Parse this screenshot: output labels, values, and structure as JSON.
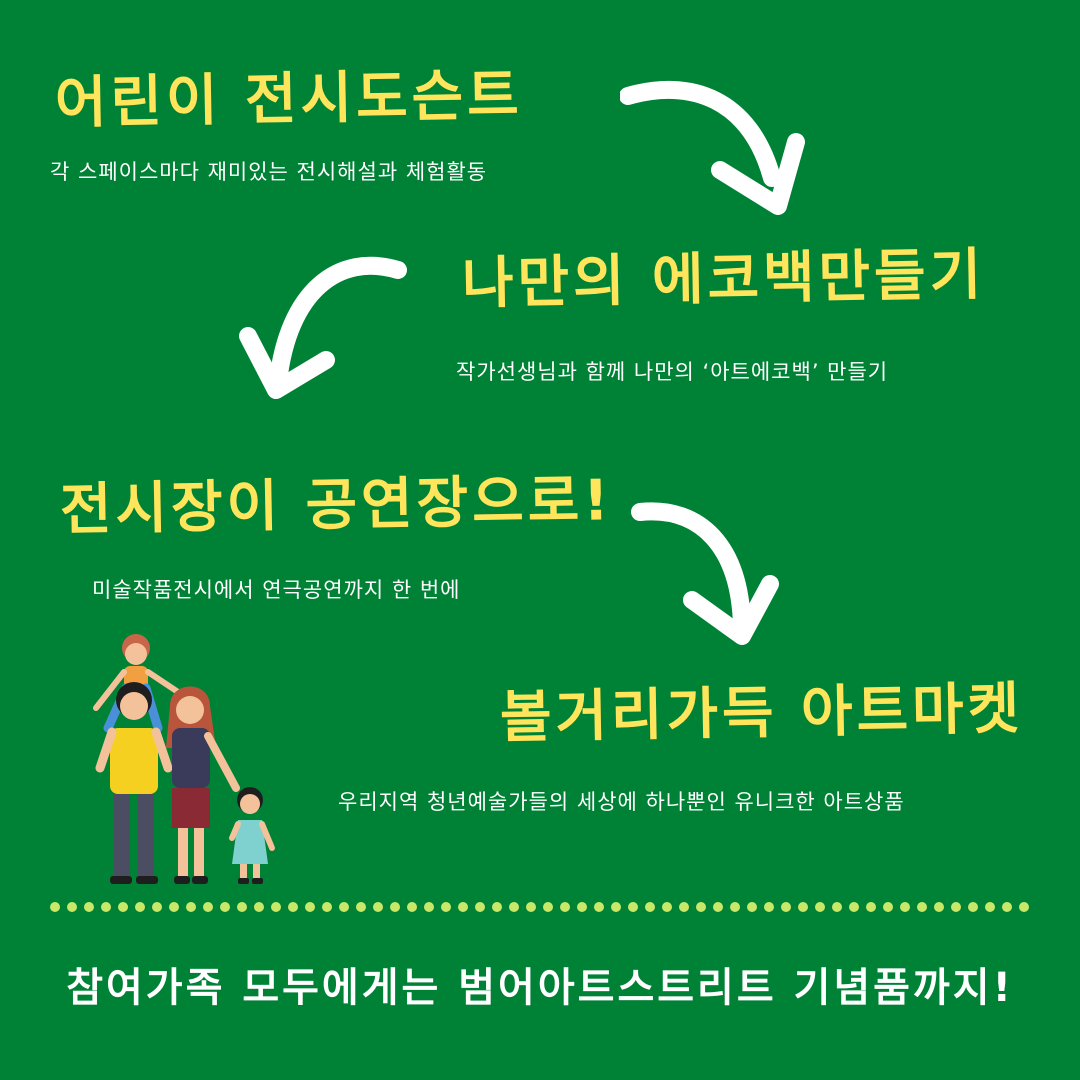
{
  "colors": {
    "background": "#008236",
    "heading": "#ffe55c",
    "text": "#ffffff",
    "dots": "#c8e86a"
  },
  "sections": [
    {
      "title": "어린이 전시도슨트",
      "description": "각  스페이스마다 재미있는  전시해설과  체험활동"
    },
    {
      "title": "나만의 에코백만들기",
      "description": "작가선생님과 함께  나만의 ‘아트에코백’ 만들기"
    },
    {
      "title": "전시장이 공연장으로!",
      "description": "미술작품전시에서  연극공연까지  한 번에"
    },
    {
      "title": "볼거리가득 아트마켓",
      "description": "우리지역  청년예술가들의  세상에  하나뿐인 유니크한  아트상품"
    }
  ],
  "footer": {
    "text": "참여가족 모두에게는 범어아트스트리트 기념품까지!"
  },
  "icons": [
    "arrow-down-right-icon",
    "arrow-down-left-icon",
    "arrow-down-right-icon",
    "family-illustration"
  ]
}
